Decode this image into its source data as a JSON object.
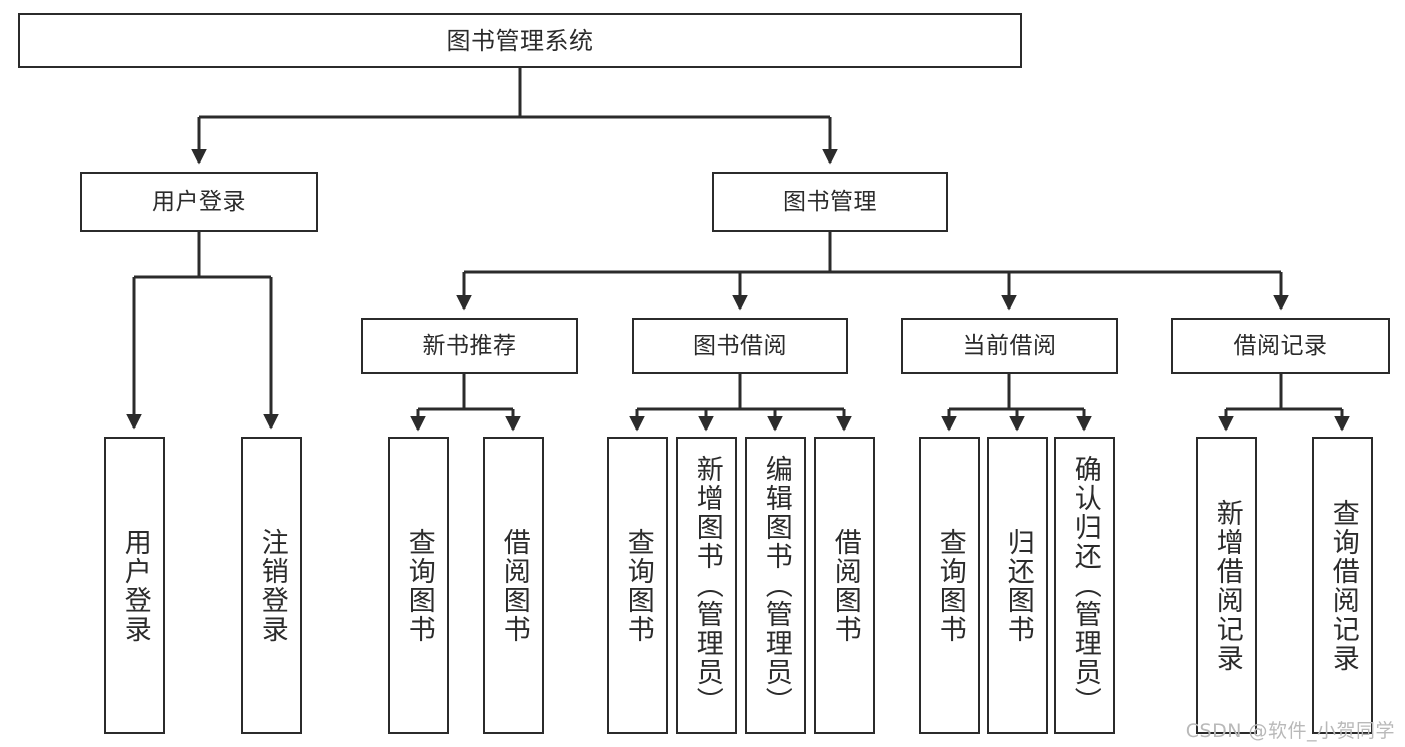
{
  "diagram": {
    "title": "图书管理系统",
    "type": "tree-hierarchy",
    "colors": {
      "box_border": "#2b2b2b",
      "box_fill": "#ffffff",
      "connector": "#2b2b2b",
      "background": "#ffffff",
      "watermark": "#b9b9b9"
    },
    "watermark": "CSDN @软件_小贺同学"
  },
  "nodes": {
    "root": {
      "label": "图书管理系统"
    },
    "level2": [
      {
        "id": "user-login",
        "label": "用户登录"
      },
      {
        "id": "book-management",
        "label": "图书管理"
      }
    ],
    "level3": [
      {
        "id": "new-book-recommend",
        "label": "新书推荐"
      },
      {
        "id": "book-borrow",
        "label": "图书借阅"
      },
      {
        "id": "current-borrow",
        "label": "当前借阅"
      },
      {
        "id": "borrow-record",
        "label": "借阅记录"
      }
    ],
    "leaves": {
      "user_login": [
        {
          "id": "leaf-user-login",
          "label": "用户登录"
        },
        {
          "id": "leaf-logout-login",
          "label": "注销登录"
        }
      ],
      "new_book_recommend": [
        {
          "id": "leaf-query-book-1",
          "label": "查询图书"
        },
        {
          "id": "leaf-borrow-book-1",
          "label": "借阅图书"
        }
      ],
      "book_borrow": [
        {
          "id": "leaf-query-book-2",
          "label": "查询图书"
        },
        {
          "id": "leaf-add-book",
          "label": "新增图书（管理员）"
        },
        {
          "id": "leaf-edit-book",
          "label": "编辑图书（管理员）"
        },
        {
          "id": "leaf-borrow-book-2",
          "label": "借阅图书"
        }
      ],
      "current_borrow": [
        {
          "id": "leaf-query-book-3",
          "label": "查询图书"
        },
        {
          "id": "leaf-return-book",
          "label": "归还图书"
        },
        {
          "id": "leaf-confirm-return",
          "label": "确认归还（管理员）"
        }
      ],
      "borrow_record": [
        {
          "id": "leaf-add-borrow-record",
          "label": "新增借阅记录"
        },
        {
          "id": "leaf-query-borrow-record",
          "label": "查询借阅记录"
        }
      ]
    }
  }
}
